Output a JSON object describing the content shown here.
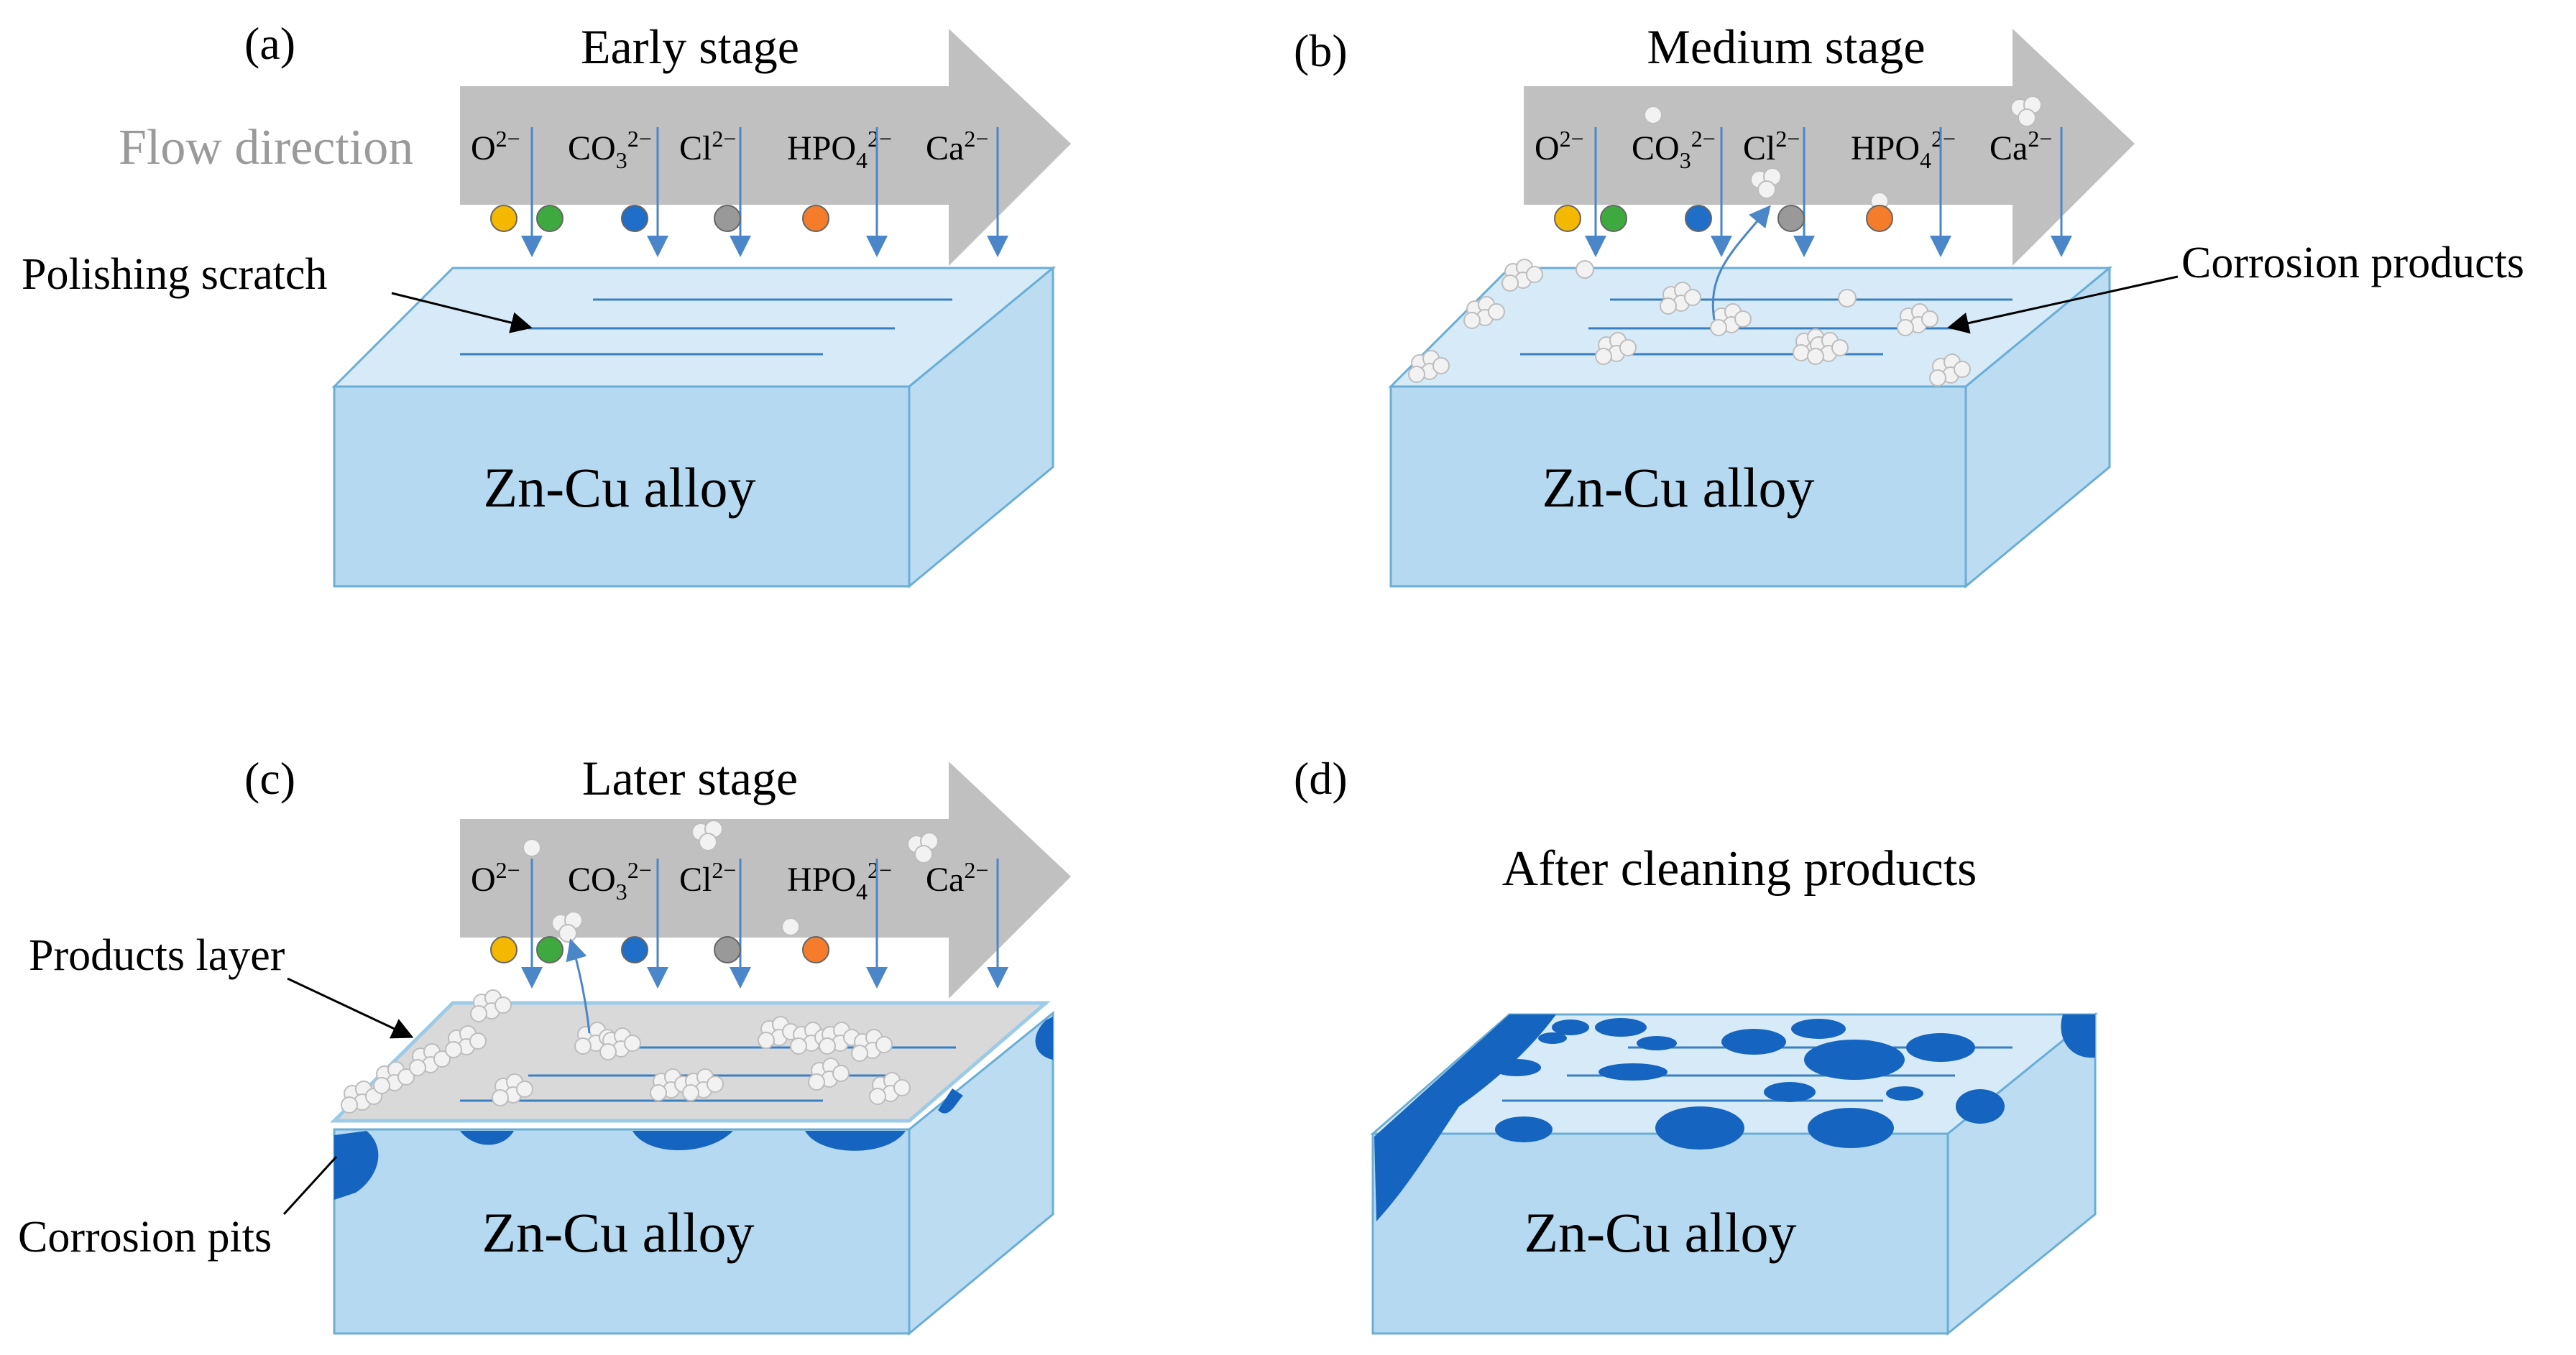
{
  "panels": [
    {
      "id": "a",
      "label": "(a)",
      "stage": "Early stage",
      "flow_label": "Flow direction",
      "callout": "Polishing scratch",
      "alloy": "Zn-Cu alloy"
    },
    {
      "id": "b",
      "label": "(b)",
      "stage": "Medium stage",
      "callout": "Corrosion products",
      "alloy": "Zn-Cu alloy"
    },
    {
      "id": "c",
      "label": "(c)",
      "stage": "Later stage",
      "callout_top": "Products layer",
      "callout_bottom": "Corrosion pits",
      "alloy": "Zn-Cu alloy"
    },
    {
      "id": "d",
      "label": "(d)",
      "stage": "After cleaning products",
      "alloy": "Zn-Cu alloy"
    }
  ],
  "ions": [
    {
      "base": "O",
      "sub": "",
      "sup": "2−",
      "color": "#f5b800"
    },
    {
      "base": "CO",
      "sub": "3",
      "sup": "2−",
      "color": "#3ea93e"
    },
    {
      "base": "Cl",
      "sub": "",
      "sup": "2−",
      "color": "#1f6fc8"
    },
    {
      "base": "HPO",
      "sub": "4",
      "sup": "2−",
      "color": "#999999"
    },
    {
      "base": "Ca",
      "sub": "",
      "sup": "2−",
      "color": "#f57c2a"
    }
  ],
  "colors": {
    "alloy_front": "#b5d9f0",
    "alloy_top": "#d6eaf8",
    "arrow": "#c0c0c0",
    "pit": "#1565c0",
    "scratch": "#3a7fc2"
  }
}
